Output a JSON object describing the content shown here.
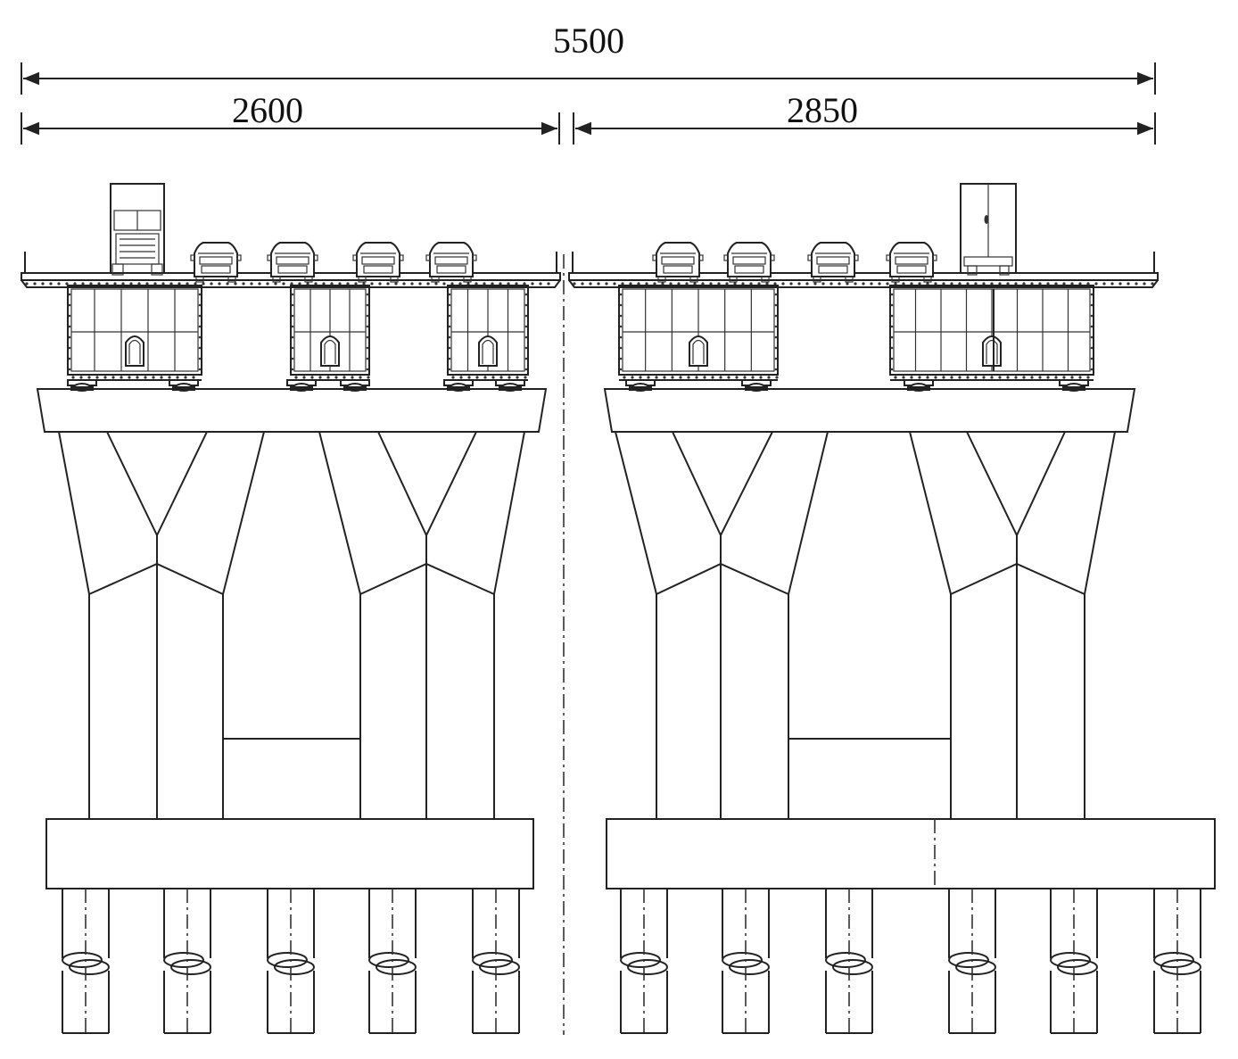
{
  "dimensions": {
    "overall": "5500",
    "left_span": "2600",
    "right_span": "2850"
  },
  "colors": {
    "line": "#222222",
    "background": "#ffffff"
  },
  "structures": [
    {
      "side": "left",
      "vehicles": [
        "truck",
        "car",
        "car",
        "car",
        "car"
      ],
      "box_girders": 3,
      "piles": 5
    },
    {
      "side": "right",
      "vehicles": [
        "car",
        "car",
        "car",
        "car",
        "truck"
      ],
      "box_girders": 2,
      "piles": 6
    }
  ]
}
